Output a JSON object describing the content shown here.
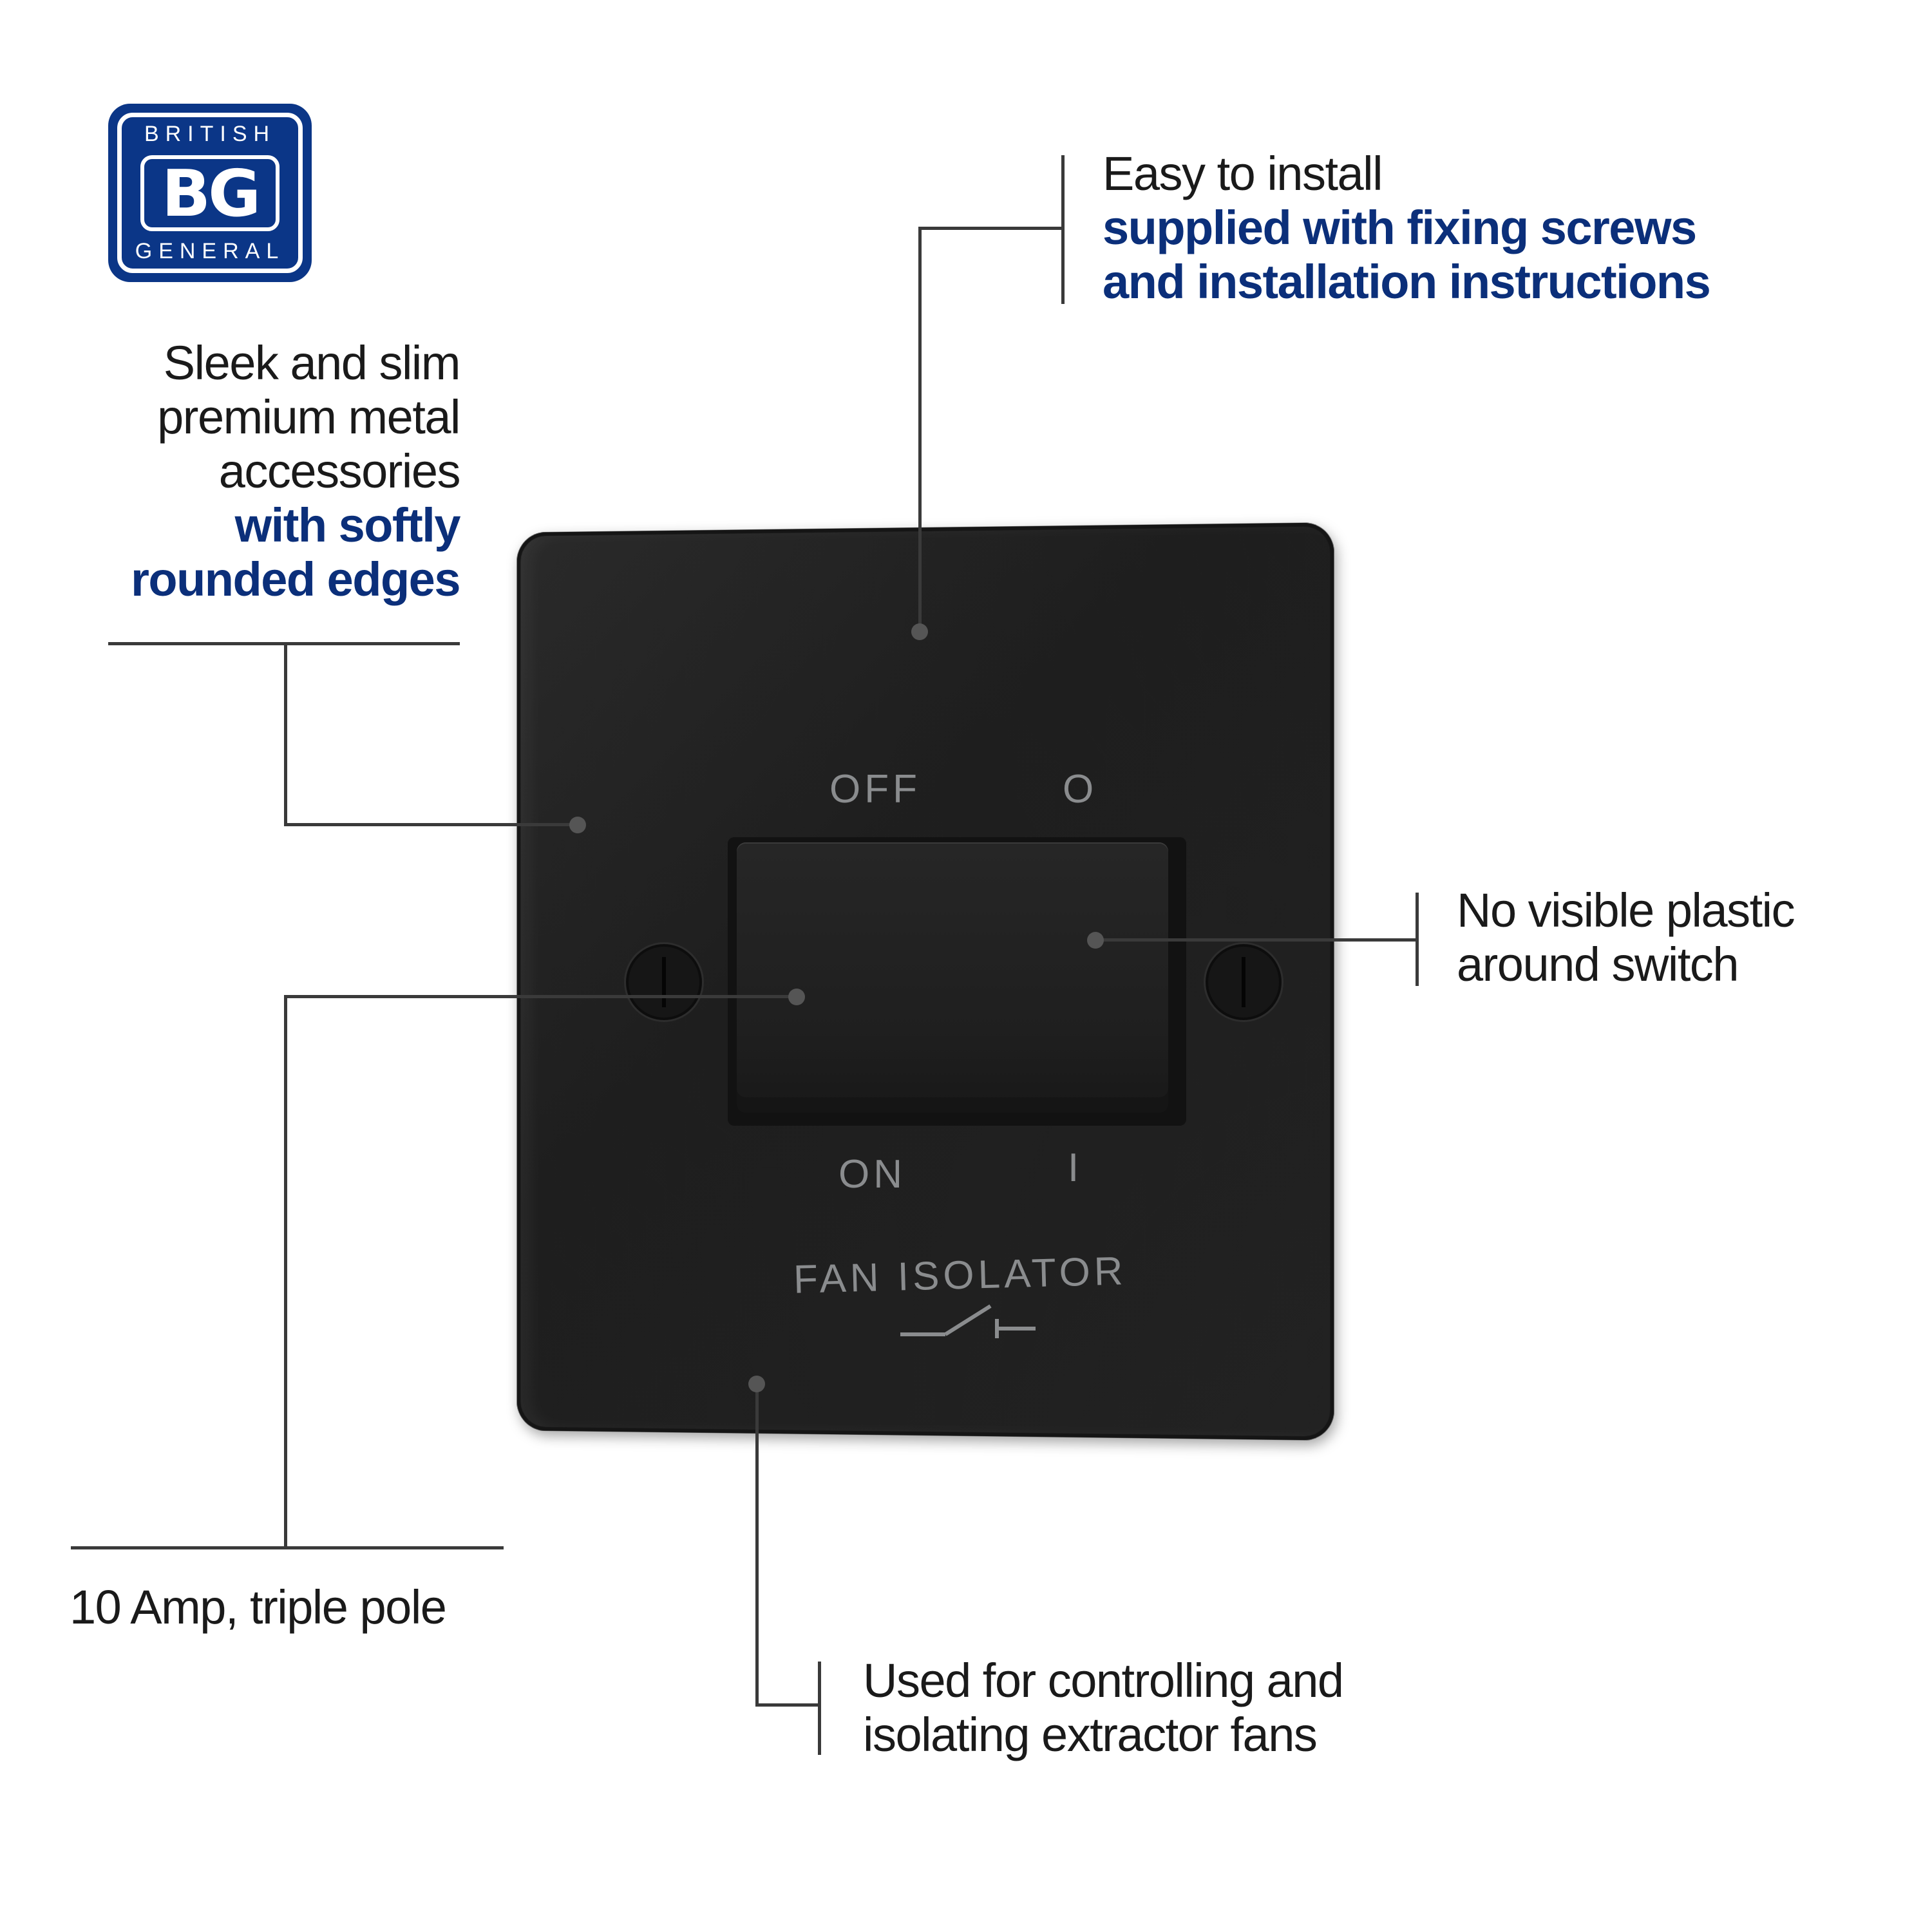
{
  "brand": {
    "name_top": "BRITISH",
    "monogram": "BG",
    "name_bottom": "GENERAL",
    "color": "#0b3687"
  },
  "callouts": {
    "sleek": {
      "lines": [
        "Sleek and slim",
        "premium metal",
        "accessories"
      ],
      "highlight": [
        "with softly",
        "rounded edges"
      ]
    },
    "install": {
      "line": "Easy to install",
      "highlight": [
        "supplied with fixing screws",
        "and installation instructions"
      ]
    },
    "plastic": {
      "lines": [
        "No visible plastic",
        "around switch"
      ]
    },
    "rating": {
      "line": "10 Amp, triple pole"
    },
    "usage": {
      "lines": [
        "Used for controlling and",
        "isolating extractor fans"
      ]
    }
  },
  "product": {
    "label_off": "OFF",
    "label_off_symbol": "O",
    "label_on": "ON",
    "label_on_symbol": "I",
    "title": "FAN ISOLATOR",
    "finish_color": "#1f1f1f",
    "print_color": "#8a8c8e"
  },
  "colors": {
    "highlight_text": "#0b2f7a",
    "body_text": "#1a1a1a",
    "leader_lines": "#3a3a3a"
  }
}
